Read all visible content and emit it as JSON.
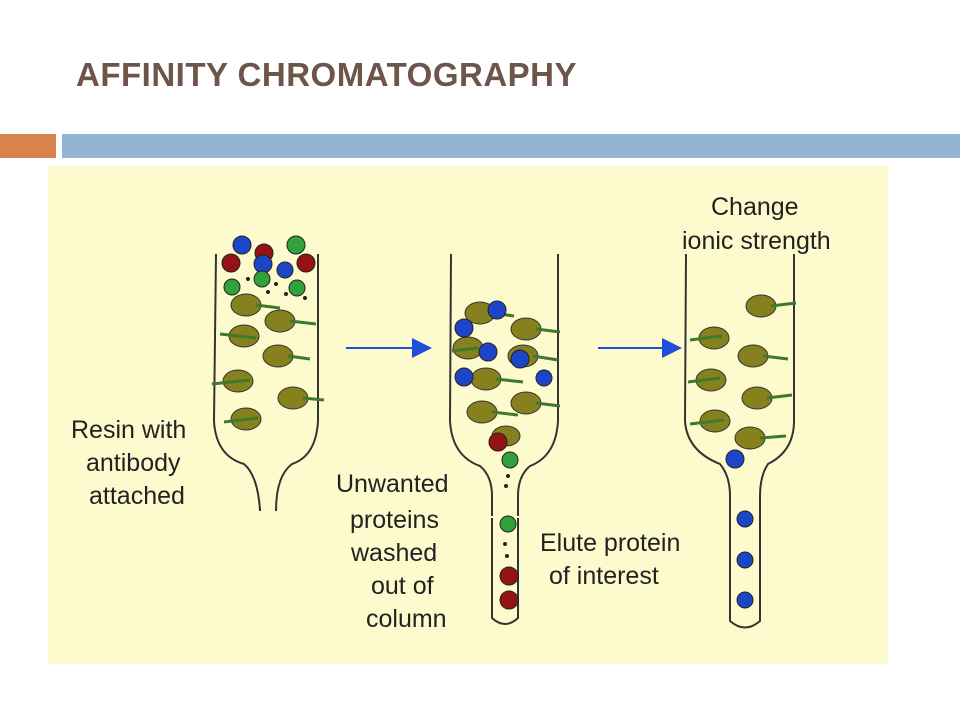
{
  "slide": {
    "title": "AFFINITY CHROMATOGRAPHY"
  },
  "diagram": {
    "labels": {
      "resin": [
        "Resin with",
        "antibody",
        "attached"
      ],
      "unwanted": [
        "Unwanted",
        "proteins",
        "washed",
        "out of",
        "column"
      ],
      "change": [
        "Change",
        "ionic strength"
      ],
      "elute": [
        "Elute protein",
        "of interest"
      ]
    }
  },
  "colors": {
    "title": "#6e5449",
    "accent_bar": "#d9824a",
    "header_bar": "#93b4d2",
    "panel_bg": "#fdfbcd",
    "bead": "#86801f",
    "antibody": "#3f7a2a",
    "protein_blue": "#1d45c8",
    "protein_red": "#941313",
    "protein_green": "#31a23b",
    "arrow": "#1f4fd8"
  }
}
